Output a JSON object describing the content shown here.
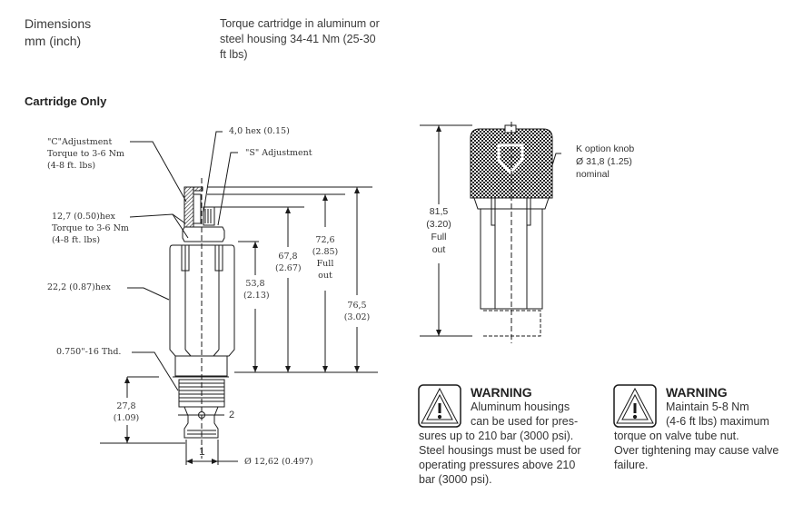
{
  "header": {
    "dimensions_line1": "Dimensions",
    "dimensions_line2": "mm (inch)",
    "torque_line1": "Torque cartridge in aluminum or",
    "torque_line2": "steel housing 34-41 Nm (25-30",
    "torque_line3": "ft lbs)"
  },
  "section_title": "Cartridge Only",
  "left_drawing": {
    "c_adjust": [
      "\"C\"Adjustment",
      "Torque to 3-6 Nm",
      "(4-8 ft. lbs)"
    ],
    "hex_127": [
      "12,7 (0.50)hex",
      "Torque to 3-6 Nm",
      "(4-8 ft. lbs)"
    ],
    "hex_40": "4,0 hex (0.15)",
    "s_adjust": "\"S\" Adjustment",
    "hex_222": "22,2 (0.87)hex",
    "thread": "0.750\"-16 Thd.",
    "dim_538": [
      "53,8",
      "(2.13)"
    ],
    "dim_678": [
      "67,8",
      "(2.67)"
    ],
    "dim_726": [
      "72,6",
      "(2.85)",
      "Full",
      "out"
    ],
    "dim_765": [
      "76,5",
      "(3.02)"
    ],
    "dim_278": [
      "27,8",
      "(1.09)"
    ],
    "port1": "1",
    "port2": "2",
    "diameter": "Ø 12,62 (0.497)"
  },
  "right_drawing": {
    "dim_815": [
      "81,5",
      "(3.20)",
      "Full",
      "out"
    ],
    "knob": [
      "K option knob",
      "Ø 31,8 (1.25)",
      "nominal"
    ]
  },
  "warnings": [
    {
      "icon": "warning-triangle-icon",
      "title": "WARNING",
      "lines": [
        "Aluminum housings",
        "can be used for pres-",
        "sures up to 210 bar (3000 psi).",
        "Steel housings must be used for",
        "operating pressures above 210",
        "bar (3000 psi)."
      ]
    },
    {
      "icon": "warning-triangle-icon",
      "title": "WARNING",
      "lines": [
        "Maintain 5-8 Nm",
        "(4-6 ft lbs) maximum",
        "torque on valve tube nut.",
        "Over tightening may cause valve",
        "failure."
      ]
    }
  ],
  "colors": {
    "text": "#333333",
    "line": "#1a1a1a",
    "dim_text": "#4a3a20"
  }
}
